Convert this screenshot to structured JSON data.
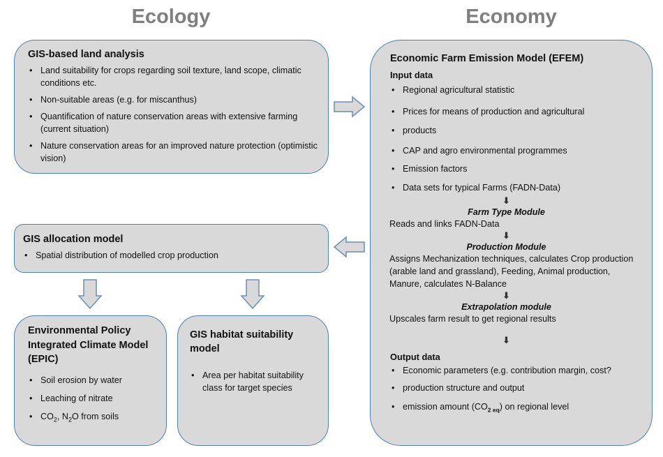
{
  "headings": {
    "ecology": "Ecology",
    "economy": "Economy"
  },
  "land_analysis": {
    "title": "GIS-based land analysis",
    "items": [
      "Land suitability for crops regarding soil texture, land scope, climatic conditions etc.",
      "Non-suitable areas (e.g. for miscanthus)",
      "Quantification of nature conservation areas with extensive farming (current situation)",
      "Nature conservation areas for an improved nature protection (optimistic vision)"
    ]
  },
  "allocation_model": {
    "title": "GIS allocation model",
    "items": [
      "Spatial distribution of modelled crop production"
    ]
  },
  "epic": {
    "title": "Environmental Policy Integrated Climate Model (EPIC)",
    "items": [
      "Soil erosion by water",
      "Leaching of nitrate"
    ],
    "emissions": {
      "co": "CO",
      "co_sub": "2",
      "sep": ", N",
      "n2o_sub": "2",
      "rest": "O from soils"
    }
  },
  "habitat": {
    "title": "GIS habitat suitability model",
    "items": [
      "Area per habitat suitability class for target species"
    ]
  },
  "efem": {
    "title": "Economic Farm Emission Model (EFEM)",
    "input_title": "Input data",
    "input_items": [
      "Regional agricultural statistic",
      "Prices for means of production and agricultural",
      "products",
      "CAP and agro environmental programmes",
      "Emission factors",
      "Data sets for typical Farms (FADN-Data)"
    ],
    "down_arrow": "⬇",
    "farm_type": {
      "title": "Farm Type Module",
      "text": "Reads and links FADN-Data"
    },
    "production": {
      "title": "Production Module",
      "text": "Assigns  Mechanization techniques, calculates Crop production (arable land and grassland),  Feeding,  Animal production, Manure, calculates N-Balance"
    },
    "extrapolation": {
      "title": "Extrapolation module",
      "text": "Upscales farm result to get regional results"
    },
    "output_title": "Output data",
    "output_items": [
      "Economic parameters (e.g. contribution margin, cost?",
      "production structure and output"
    ],
    "emission_item": {
      "pre": "emission amount (CO",
      "sub": "2 eq",
      "post": ") on regional level"
    }
  },
  "colors": {
    "box_fill": "#d9d9d9",
    "box_border": "#4f7fae",
    "heading": "#7f7f7f",
    "arrow_fill": "#d9d9d9",
    "arrow_stroke": "#6b8eb3"
  }
}
